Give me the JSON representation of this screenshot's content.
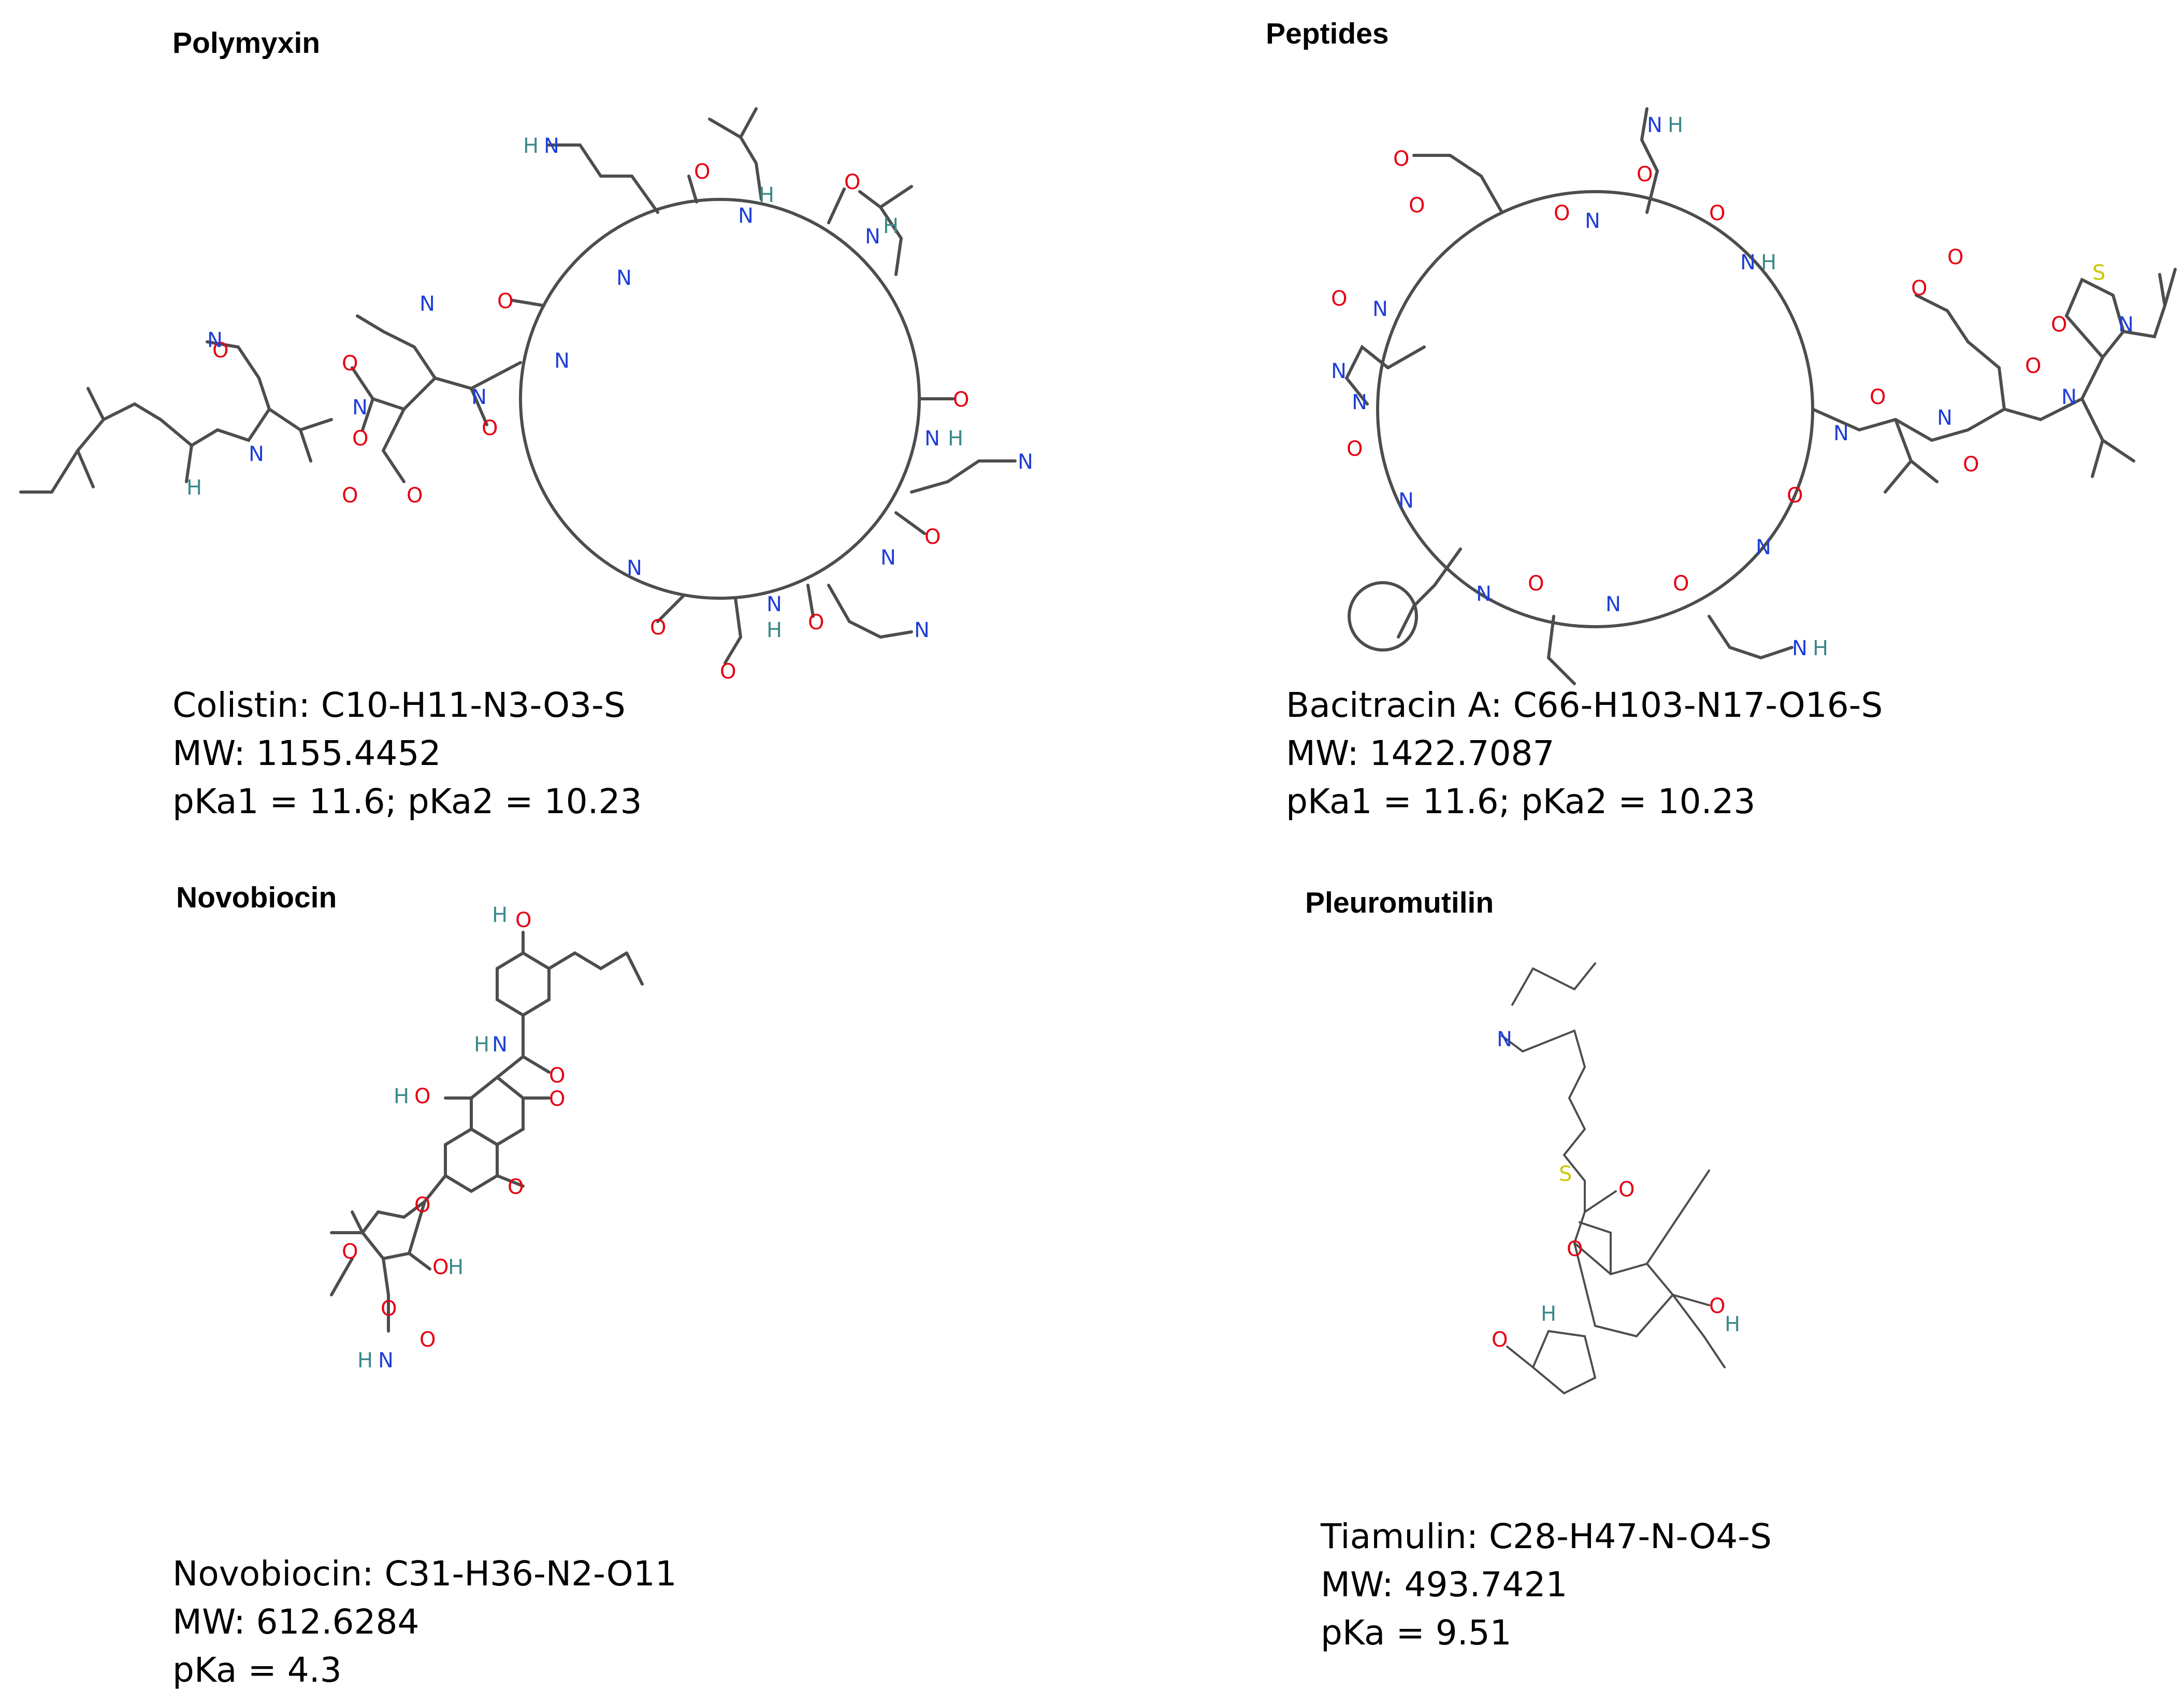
{
  "colors": {
    "bond": "#4d4d4d",
    "nitrogen": "#1f3fd6",
    "oxygen": "#e60012",
    "sulfur": "#c8c800",
    "hydrogen": "#3a8a8a",
    "text": "#000000"
  },
  "panels": {
    "polymyxin": {
      "heading": "Polymyxin",
      "compound": "Colistin: C10-H11-N3-O3-S",
      "mw": "MW: 1155.4452",
      "pka": "pKa1 = 11.6; pKa2 = 10.23"
    },
    "peptides": {
      "heading": "Peptides",
      "compound": "Bacitracin A: C66-H103-N17-O16-S",
      "mw": "MW: 1422.7087",
      "pka": "pKa1 = 11.6; pKa2 = 10.23"
    },
    "novobiocin": {
      "heading": "Novobiocin",
      "compound": "Novobiocin: C31-H36-N2-O11",
      "mw": "MW: 612.6284",
      "pka": "pKa = 4.3"
    },
    "pleuromutilin": {
      "heading": "Pleuromutilin",
      "compound": "Tiamulin: C28-H47-N-O4-S",
      "mw": "MW: 493.7421",
      "pka": "pKa = 9.51"
    }
  },
  "atom_labels": {
    "nh": "N",
    "h": "H",
    "o": "O",
    "oh": "O",
    "s": "S",
    "nh2_n": "N"
  }
}
